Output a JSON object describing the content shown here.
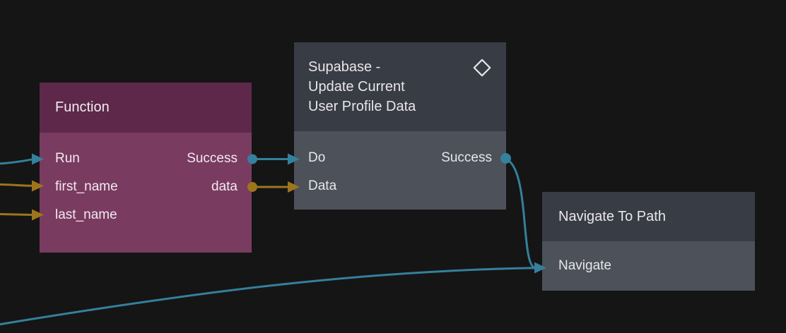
{
  "canvas": {
    "background": "#151516",
    "colors": {
      "signal": "#35809c",
      "data": "#9d751c",
      "text": "#e9e6ea",
      "function_header": "#5d2849",
      "function_body": "#7a3b60",
      "gray_header": "#383c45",
      "gray_body": "#4c515a"
    }
  },
  "nodes": [
    {
      "id": "function",
      "title": "Function",
      "inputs": [
        {
          "label": "Run",
          "type": "signal"
        },
        {
          "label": "first_name",
          "type": "data"
        },
        {
          "label": "last_name",
          "type": "data"
        }
      ],
      "outputs": [
        {
          "label": "Success",
          "type": "signal"
        },
        {
          "label": "data",
          "type": "data"
        }
      ]
    },
    {
      "id": "supabase-update-current-user-profile-data",
      "title": "Supabase - Update Current User Profile Data",
      "title_lines": [
        "Supabase -",
        "Update Current",
        "User Profile Data"
      ],
      "header_icon": "diamond-icon",
      "inputs": [
        {
          "label": "Do",
          "type": "signal"
        },
        {
          "label": "Data",
          "type": "data"
        }
      ],
      "outputs": [
        {
          "label": "Success",
          "type": "signal"
        }
      ]
    },
    {
      "id": "navigate-to-path",
      "title": "Navigate To Path",
      "inputs": [
        {
          "label": "Navigate",
          "type": "signal"
        }
      ],
      "outputs": []
    }
  ]
}
